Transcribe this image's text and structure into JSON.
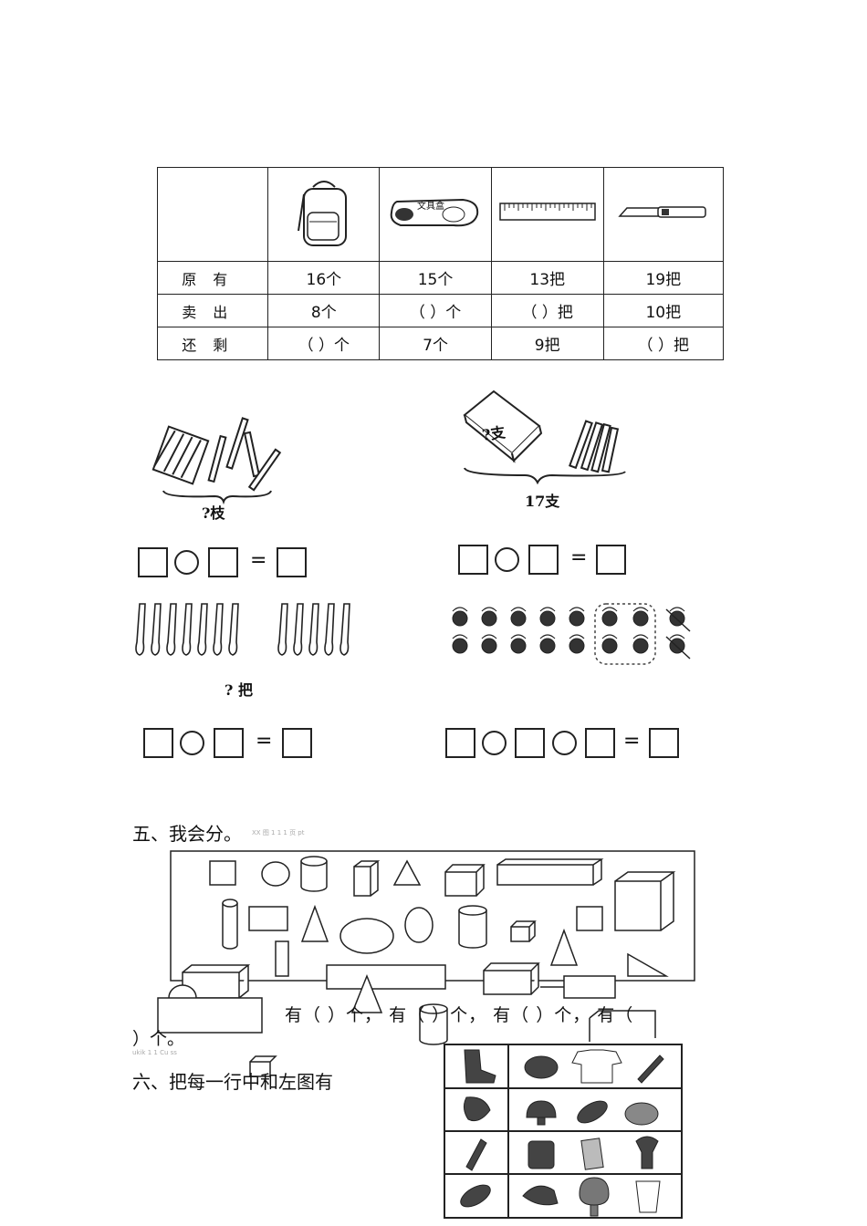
{
  "table": {
    "items": [
      "backpack-icon",
      "pencil-case-icon",
      "ruler-icon",
      "utility-knife-icon"
    ],
    "pencil_case_label": "文具盒",
    "rows": [
      {
        "label": "原有",
        "cells": [
          "16个",
          "15个",
          "13把",
          "19把"
        ]
      },
      {
        "label": "卖出",
        "cells": [
          "8个",
          "（    ）个",
          "（    ）把",
          "10把"
        ]
      },
      {
        "label": "还剩",
        "cells": [
          "（    ）个",
          "7个",
          "9把",
          "（    ）把"
        ]
      }
    ]
  },
  "problems": {
    "p1_caption": "?枝",
    "p2_box_label": "?支",
    "p2_caption": "17支",
    "p3_caption": "? 把",
    "operator_equals": "="
  },
  "section5": {
    "heading": "五、我会分。",
    "faint_note": "XX 图 1 1 1 页 pt",
    "answer_line": "有（    ）个，    有（    ）个，    有（    ）个，    有（",
    "answer_line_end": "）个。",
    "faint_note2": "ukik 1 1 Cu ss"
  },
  "section6": {
    "heading": "六、把每一行中和左图有",
    "grid_icons": [
      [
        "foot-icon",
        "mitten-icon",
        "tshirt-icon",
        "pencil-icon"
      ],
      [
        "bird-icon",
        "mushroom-icon",
        "leaf-icon",
        "rabbit-icon"
      ],
      [
        "marker-icon",
        "jam-jar-icon",
        "notebook-icon",
        "flower-vase-icon"
      ],
      [
        "leaf-icon",
        "fish-icon",
        "tree-icon",
        "water-glass-icon"
      ]
    ]
  }
}
